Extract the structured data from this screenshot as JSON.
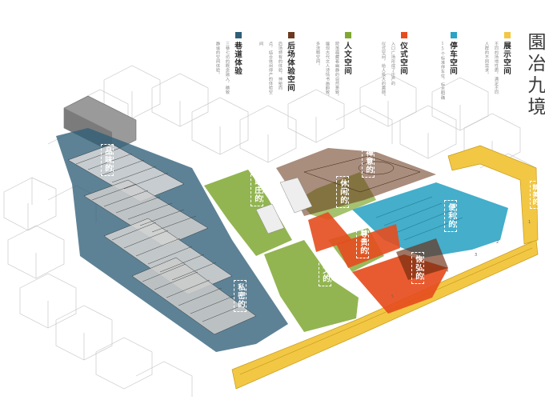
{
  "title": "園冶九境",
  "legend": [
    {
      "key": "display",
      "title": "展示空间",
      "desc": [
        "不同的场地性质，满足不同",
        "人群的不同需求。"
      ],
      "color": "#f2c744"
    },
    {
      "key": "parking",
      "title": "停车空间",
      "desc": [
        "15个标准停车位，标志明确"
      ],
      "color": "#2aa3c4"
    },
    {
      "key": "ceremony",
      "title": "仪式空间",
      "desc": [
        "入口广场形成了庄严的",
        "仪式空间，给人极大的震撼。"
      ],
      "color": "#e64d1e"
    },
    {
      "key": "humanity",
      "title": "人文空间",
      "desc": [
        "院落蕴藏着幽静的自然景致，",
        "展现古代文人诗情书画韵致，",
        "多流畅空间。"
      ],
      "color": "#7fa832"
    },
    {
      "key": "backyard",
      "title": "后场体验空间",
      "desc": [
        "后场特有的体验，神秘而",
        "点，结合休闲停产的体验空",
        "间"
      ],
      "color": "#6b3a1f"
    },
    {
      "key": "alley",
      "title": "巷道体验",
      "desc": [
        "三巷七坊的概念融入，精致",
        "静谧的空间体验。"
      ],
      "color": "#2f5f78"
    }
  ],
  "zones": [
    {
      "key": "pinwei",
      "label": "品味的"
    },
    {
      "key": "duanzhuang",
      "label": "端庄的"
    },
    {
      "key": "sihui",
      "label": "私密的"
    },
    {
      "key": "chanyi",
      "label": "禅意的"
    },
    {
      "key": "xiuxian",
      "label": "休闲的"
    },
    {
      "key": "zungui",
      "label": "尊贵的"
    },
    {
      "key": "renwen",
      "label": "人文的"
    },
    {
      "key": "bianli",
      "label": "便利的"
    },
    {
      "key": "huihong",
      "label": "恢弘的"
    },
    {
      "key": "jingmei",
      "label": "精美的"
    }
  ],
  "ticks": [
    "1",
    "2",
    "3",
    "4",
    "5"
  ]
}
